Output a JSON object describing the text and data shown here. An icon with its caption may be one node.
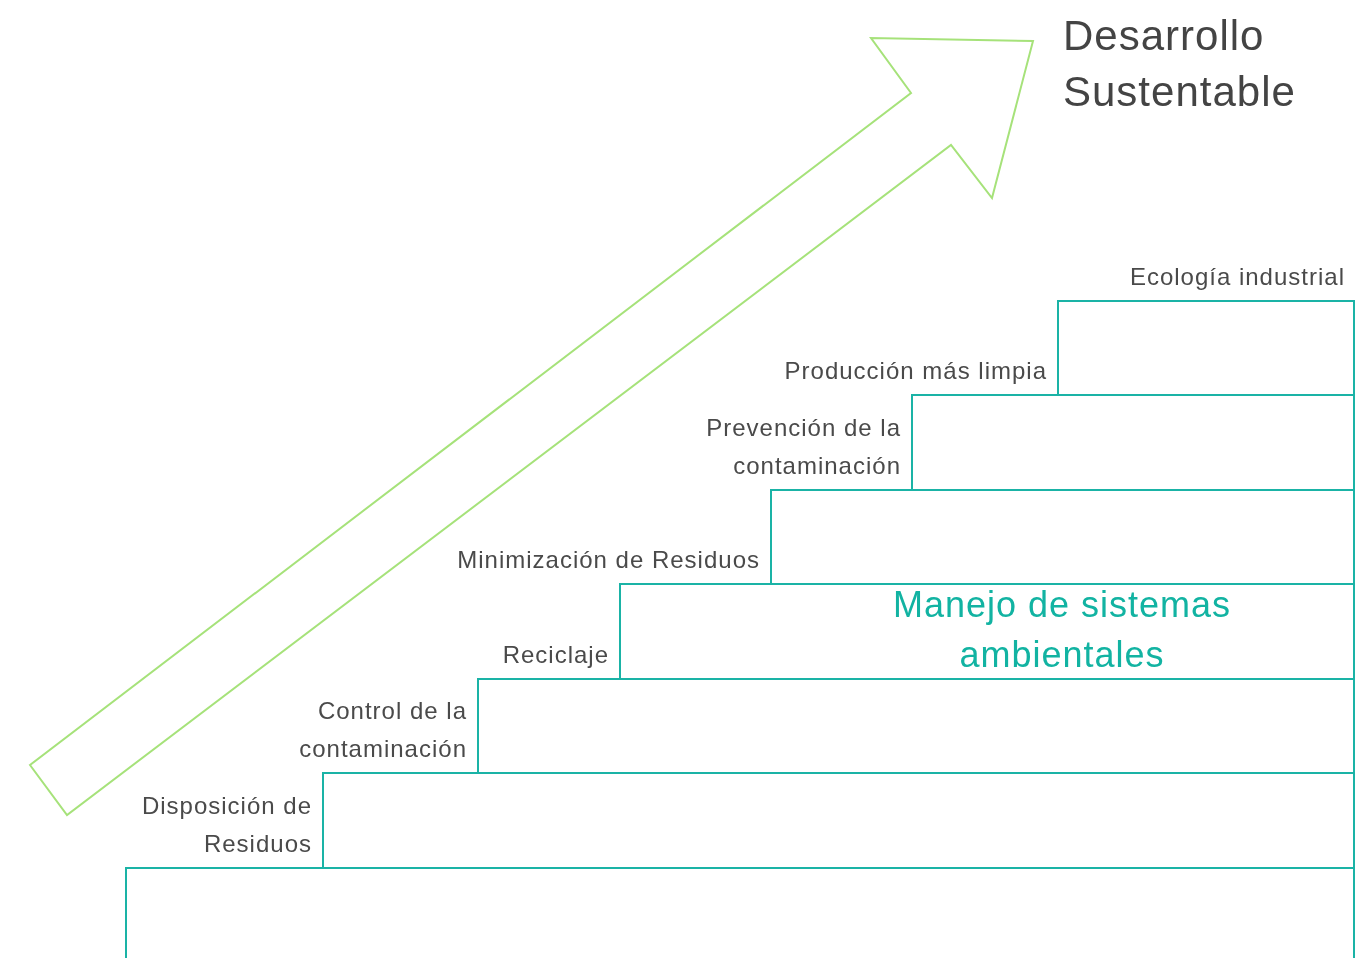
{
  "diagram": {
    "title": "Desarrollo Sustentable",
    "nodes": [
      {
        "text": [],
        "shape": "box",
        "beside": [
          "Disposición de Residuos"
        ]
      },
      {
        "text": [],
        "shape": "box",
        "beside": [
          "Control de la contaminación"
        ]
      },
      {
        "text": [],
        "shape": "box",
        "beside": [
          "Reciclaje"
        ]
      },
      {
        "text": [],
        "shape": "box",
        "beside": [
          "Minimización de Residuos"
        ]
      },
      {
        "text": [],
        "shape": "box",
        "beside": [
          "Prevención de la contaminación"
        ]
      },
      {
        "text": [],
        "shape": "box",
        "beside": [
          "Producción más limpia"
        ]
      },
      {
        "text": [],
        "shape": "box",
        "beside": [
          "Ecología industrial"
        ]
      }
    ],
    "labels": [
      "Manejo de sistemas ambientales"
    ]
  }
}
